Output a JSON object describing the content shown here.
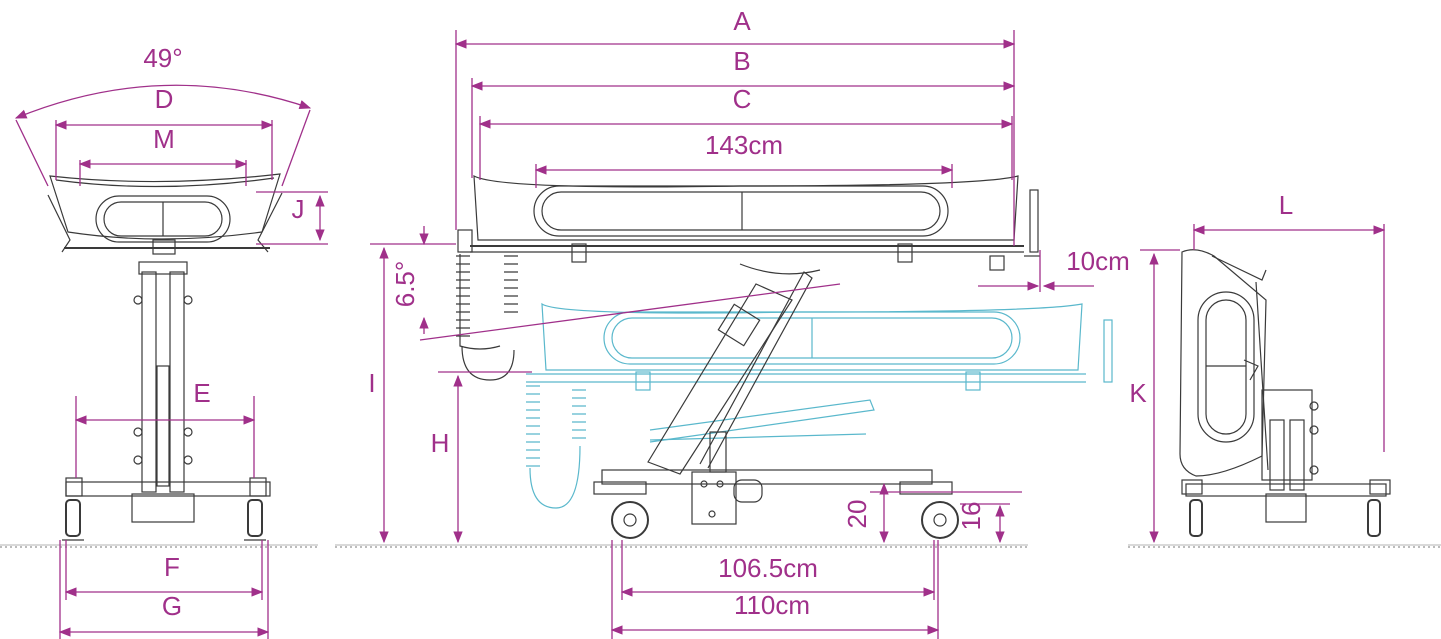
{
  "colors": {
    "dimension": "#a0308a",
    "outline": "#3a3a3a",
    "lowered_outline": "#5ab8cc",
    "background": "#ffffff"
  },
  "front_view": {
    "tilt_angle": "49°",
    "width_d": "D",
    "width_m": "M",
    "height_j": "J",
    "width_e": "E",
    "width_f": "F",
    "width_g": "G"
  },
  "side_view": {
    "length_a": "A",
    "length_b": "B",
    "length_c": "C",
    "rail_length": "143cm",
    "footrest_offset": "10cm",
    "tilt_angle": "6.5°",
    "height_i": "I",
    "height_h": "H",
    "base_height": "20",
    "caster_height": "16",
    "wheelbase": "106.5cm",
    "base_length": "110cm"
  },
  "rear_view": {
    "depth_l": "L",
    "height_k": "K"
  }
}
